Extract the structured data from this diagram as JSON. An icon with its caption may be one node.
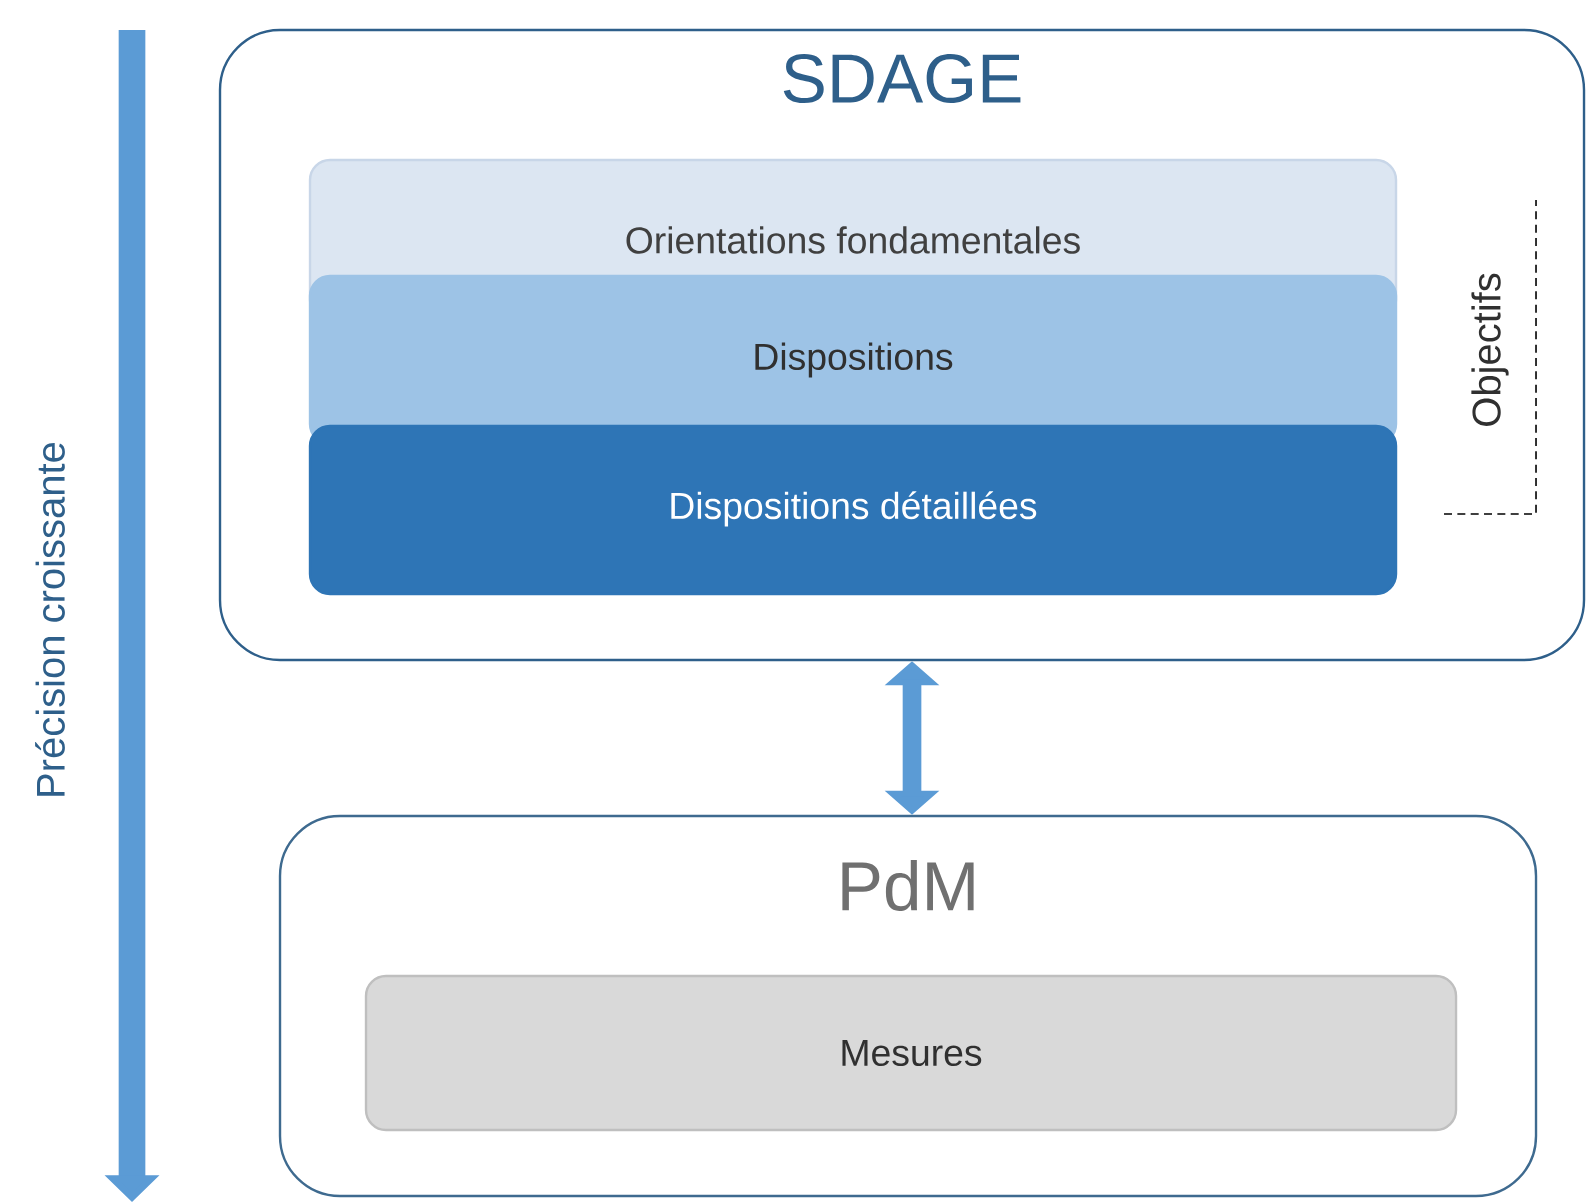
{
  "diagram": {
    "nodes": [
      {
        "text": [
          "SDAGE"
        ]
      },
      {
        "text": [
          "Orientations fondamentales"
        ],
        "in": 0
      },
      {
        "text": [
          "Dispositions"
        ],
        "in": 0
      },
      {
        "text": [
          "Dispositions détaillées"
        ],
        "in": 0
      },
      {
        "text": [
          "PdM"
        ]
      },
      {
        "text": [
          "Mesures"
        ],
        "in": 4
      }
    ],
    "edges": [
      {
        "from": 0,
        "to": 4,
        "arrow": "both"
      }
    ],
    "labels": [
      "Objectifs",
      "Précision croissante"
    ]
  }
}
